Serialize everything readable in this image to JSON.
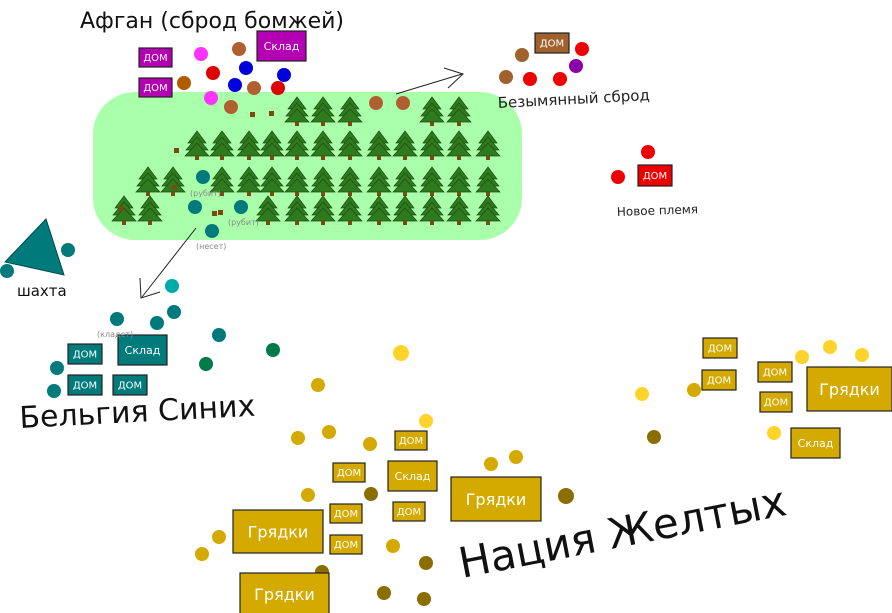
{
  "labels": {
    "afghan": "Афган (сброд бомжей)",
    "nameless": "Безымянный сброд",
    "new_tribe": "Новое племя",
    "mine": "шахта",
    "belgium": "Бельгия Синих",
    "yellow_nation": "Нация Желтых",
    "house": "ДОМ",
    "warehouse": "Склад",
    "beds": "Грядки",
    "note_rubit_1": "(рубит)",
    "note_rubit_2": "(рубит)",
    "note_nesyot": "(несет)",
    "note_kladet": "(кладет)"
  },
  "colors": {
    "forest_field": "#aaffaa",
    "tree": "#2f7a1e",
    "tree_dark": "#1a4d0f",
    "trunk": "#7a4a12",
    "afghan_house": "#b300b3",
    "nameless_house": "#a0612c",
    "new_tribe_house": "#ee0000",
    "teal": "#007a7a",
    "yellow": "#d4aa00",
    "yellow_light": "#ffd42a",
    "olive": "#8a6e00"
  }
}
